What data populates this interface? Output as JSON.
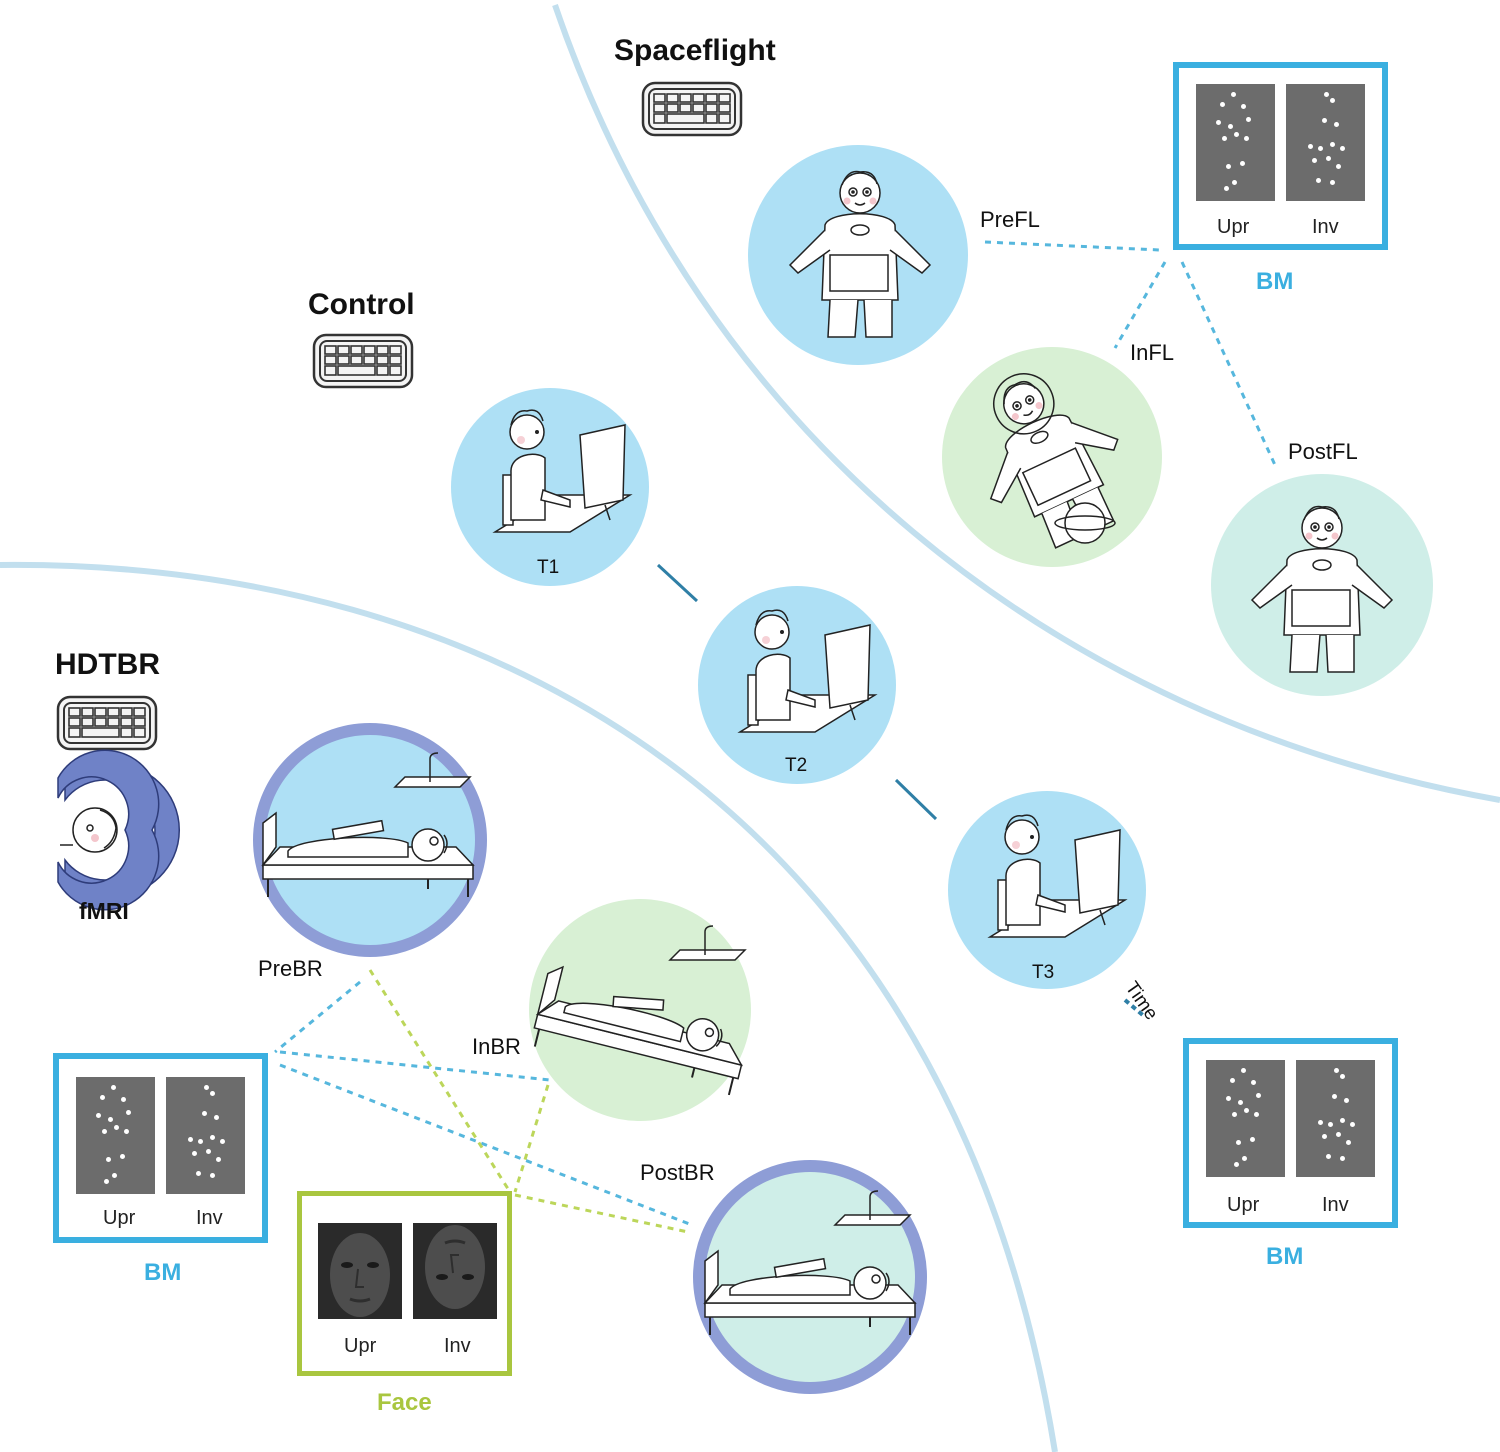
{
  "groups": {
    "spaceflight": "Spaceflight",
    "control": "Control",
    "hdtbr": "HDTBR",
    "fmri": "fMRI"
  },
  "conditions": {
    "prefl": "PreFL",
    "infl": "InFL",
    "postfl": "PostFL",
    "prebr": "PreBR",
    "inbr": "InBR",
    "postbr": "PostBR"
  },
  "timepoints": {
    "t1": "T1",
    "t2": "T2",
    "t3": "T3",
    "time": "Time"
  },
  "stimuli": {
    "bm_title": "BM",
    "face_title": "Face",
    "upright": "Upr",
    "inverted": "Inv"
  },
  "colors": {
    "bm": "#3aafe0",
    "face": "#a9c63f",
    "circle_blue": "#aee0f5",
    "circle_green": "#d8f0d4",
    "circle_teal": "#cfeee8",
    "ring": "#8e9dd6",
    "arc": "#bcdcec",
    "dash_blue": "#56b7dd",
    "dash_green": "#bcd65a"
  },
  "icons": [
    "keyboard-icon",
    "fmri-scanner-icon",
    "person-desk-icon",
    "astronaut-icon",
    "bed-rest-icon",
    "head-down-tilt-bed-icon",
    "biological-motion-dots",
    "face-photo"
  ]
}
